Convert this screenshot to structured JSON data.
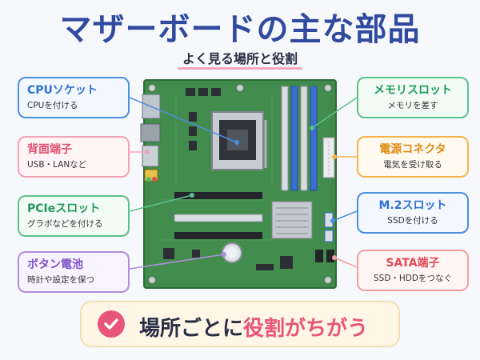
{
  "title": "マザーボードの主な部品",
  "subtitle": "よく見る場所と役割",
  "callouts": {
    "cpu": {
      "name": "CPUソケット",
      "desc": "CPUを付ける"
    },
    "rear": {
      "name": "背面端子",
      "desc": "USB・LANなど"
    },
    "pcie": {
      "name": "PCIeスロット",
      "desc": "グラボなどを付ける"
    },
    "battery": {
      "name": "ボタン電池",
      "desc": "時計や設定を保つ"
    },
    "memory": {
      "name": "メモリスロット",
      "desc": "メモリを差す"
    },
    "power": {
      "name": "電源コネクタ",
      "desc": "電気を受け取る"
    },
    "m2": {
      "name": "M.2スロット",
      "desc": "SSDを付ける"
    },
    "sata": {
      "name": "SATA端子",
      "desc": "SSD・HDDをつなぐ"
    }
  },
  "banner": {
    "text_a": "場所ごとに",
    "text_b": "役割がちがう",
    "icon": "check-icon"
  },
  "colors": {
    "title": "#2f4a9e",
    "board": "#3f8a4a",
    "blue": "#4a8fe0",
    "pink": "#f0a3b5",
    "green": "#5cc28a",
    "purple": "#b08ee0",
    "orange": "#f5b54a",
    "red": "#f0a0a0",
    "accent": "#e8557a"
  }
}
